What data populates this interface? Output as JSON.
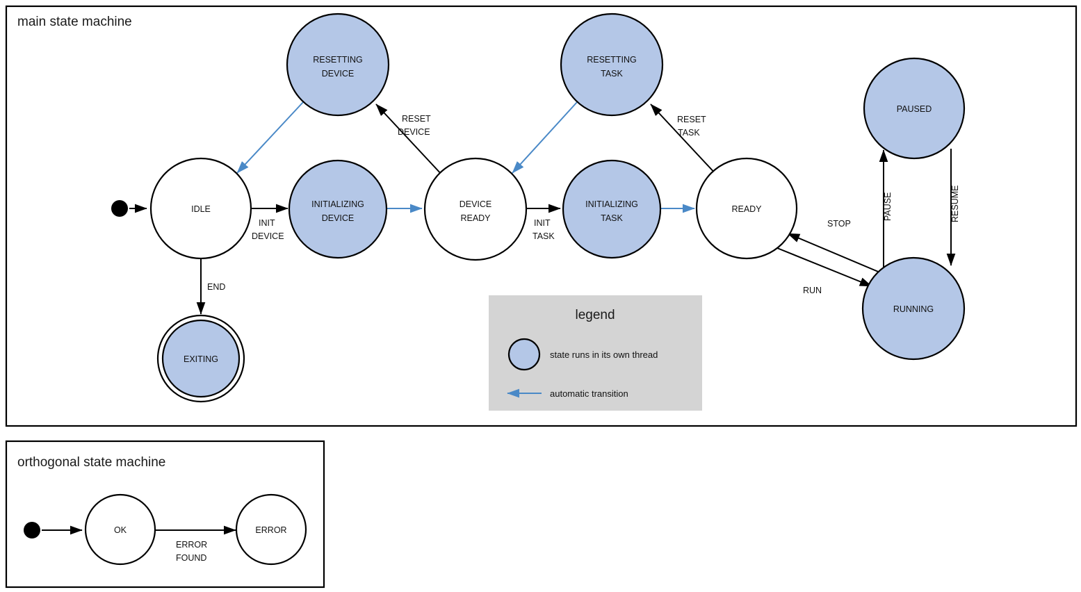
{
  "frames": {
    "main": {
      "title": "main state machine"
    },
    "orthogonal": {
      "title": "orthogonal state machine"
    }
  },
  "legend": {
    "title": "legend",
    "thread_text": "state runs in its own thread",
    "auto_text": "automatic transition",
    "thread_color": "#b4c7e7",
    "auto_color": "#4a89c7",
    "background": "#d4d4d4"
  },
  "colors": {
    "thread_fill": "#b4c7e7",
    "plain_fill": "#ffffff",
    "stroke": "#000000",
    "auto_arrow": "#4a89c7"
  },
  "main_states": [
    {
      "id": "idle",
      "label_line1": "IDLE",
      "label_line2": "",
      "thread": false,
      "final": false
    },
    {
      "id": "resetting-device",
      "label_line1": "RESETTING",
      "label_line2": "DEVICE",
      "thread": true,
      "final": false
    },
    {
      "id": "initializing-device",
      "label_line1": "INITIALIZING",
      "label_line2": "DEVICE",
      "thread": true,
      "final": false
    },
    {
      "id": "device-ready",
      "label_line1": "DEVICE",
      "label_line2": "READY",
      "thread": false,
      "final": false
    },
    {
      "id": "resetting-task",
      "label_line1": "RESETTING",
      "label_line2": "TASK",
      "thread": true,
      "final": false
    },
    {
      "id": "initializing-task",
      "label_line1": "INITIALIZING",
      "label_line2": "TASK",
      "thread": true,
      "final": false
    },
    {
      "id": "ready",
      "label_line1": "READY",
      "label_line2": "",
      "thread": false,
      "final": false
    },
    {
      "id": "paused",
      "label_line1": "PAUSED",
      "label_line2": "",
      "thread": true,
      "final": false
    },
    {
      "id": "running",
      "label_line1": "RUNNING",
      "label_line2": "",
      "thread": true,
      "final": false
    },
    {
      "id": "exiting",
      "label_line1": "EXITING",
      "label_line2": "",
      "thread": true,
      "final": true
    }
  ],
  "main_transitions": [
    {
      "id": "start-idle",
      "from": "start",
      "to": "idle",
      "label_line1": "",
      "label_line2": "",
      "auto": false
    },
    {
      "id": "idle-init-device",
      "from": "idle",
      "to": "initializing-device",
      "label_line1": "INIT",
      "label_line2": "DEVICE",
      "auto": false
    },
    {
      "id": "idle-end",
      "from": "idle",
      "to": "exiting",
      "label_line1": "END",
      "label_line2": "",
      "auto": false
    },
    {
      "id": "resetting-device-idle",
      "from": "resetting-device",
      "to": "idle",
      "label_line1": "",
      "label_line2": "",
      "auto": true
    },
    {
      "id": "init-device-ready",
      "from": "initializing-device",
      "to": "device-ready",
      "label_line1": "",
      "label_line2": "",
      "auto": true
    },
    {
      "id": "device-ready-reset-device",
      "from": "device-ready",
      "to": "resetting-device",
      "label_line1": "RESET",
      "label_line2": "DEVICE",
      "auto": false
    },
    {
      "id": "device-ready-init-task",
      "from": "device-ready",
      "to": "initializing-task",
      "label_line1": "INIT",
      "label_line2": "TASK",
      "auto": false
    },
    {
      "id": "resetting-task-device-ready",
      "from": "resetting-task",
      "to": "device-ready",
      "label_line1": "",
      "label_line2": "",
      "auto": true
    },
    {
      "id": "init-task-ready",
      "from": "initializing-task",
      "to": "ready",
      "label_line1": "",
      "label_line2": "",
      "auto": true
    },
    {
      "id": "ready-reset-task",
      "from": "ready",
      "to": "resetting-task",
      "label_line1": "RESET",
      "label_line2": "TASK",
      "auto": false
    },
    {
      "id": "ready-run",
      "from": "ready",
      "to": "running",
      "label_line1": "RUN",
      "label_line2": "",
      "auto": false
    },
    {
      "id": "running-stop",
      "from": "running",
      "to": "ready",
      "label_line1": "STOP",
      "label_line2": "",
      "auto": false
    },
    {
      "id": "running-pause",
      "from": "running",
      "to": "paused",
      "label_line1": "PAUSE",
      "label_line2": "",
      "auto": false
    },
    {
      "id": "paused-resume",
      "from": "paused",
      "to": "running",
      "label_line1": "RESUME",
      "label_line2": "",
      "auto": false
    }
  ],
  "orthogonal_states": [
    {
      "id": "ok",
      "label_line1": "OK",
      "label_line2": ""
    },
    {
      "id": "error",
      "label_line1": "ERROR",
      "label_line2": ""
    }
  ],
  "orthogonal_transitions": [
    {
      "id": "start-ok",
      "from": "start",
      "to": "ok",
      "label_line1": "",
      "label_line2": ""
    },
    {
      "id": "ok-error",
      "from": "ok",
      "to": "error",
      "label_line1": "ERROR",
      "label_line2": "FOUND"
    }
  ],
  "labels": {
    "init_device_1": "INIT",
    "init_device_2": "DEVICE",
    "reset_device_1": "RESET",
    "reset_device_2": "DEVICE",
    "init_task_1": "INIT",
    "init_task_2": "TASK",
    "reset_task_1": "RESET",
    "reset_task_2": "TASK",
    "end": "END",
    "run": "RUN",
    "stop": "STOP",
    "pause": "PAUSE",
    "resume": "RESUME",
    "error_found_1": "ERROR",
    "error_found_2": "FOUND"
  }
}
